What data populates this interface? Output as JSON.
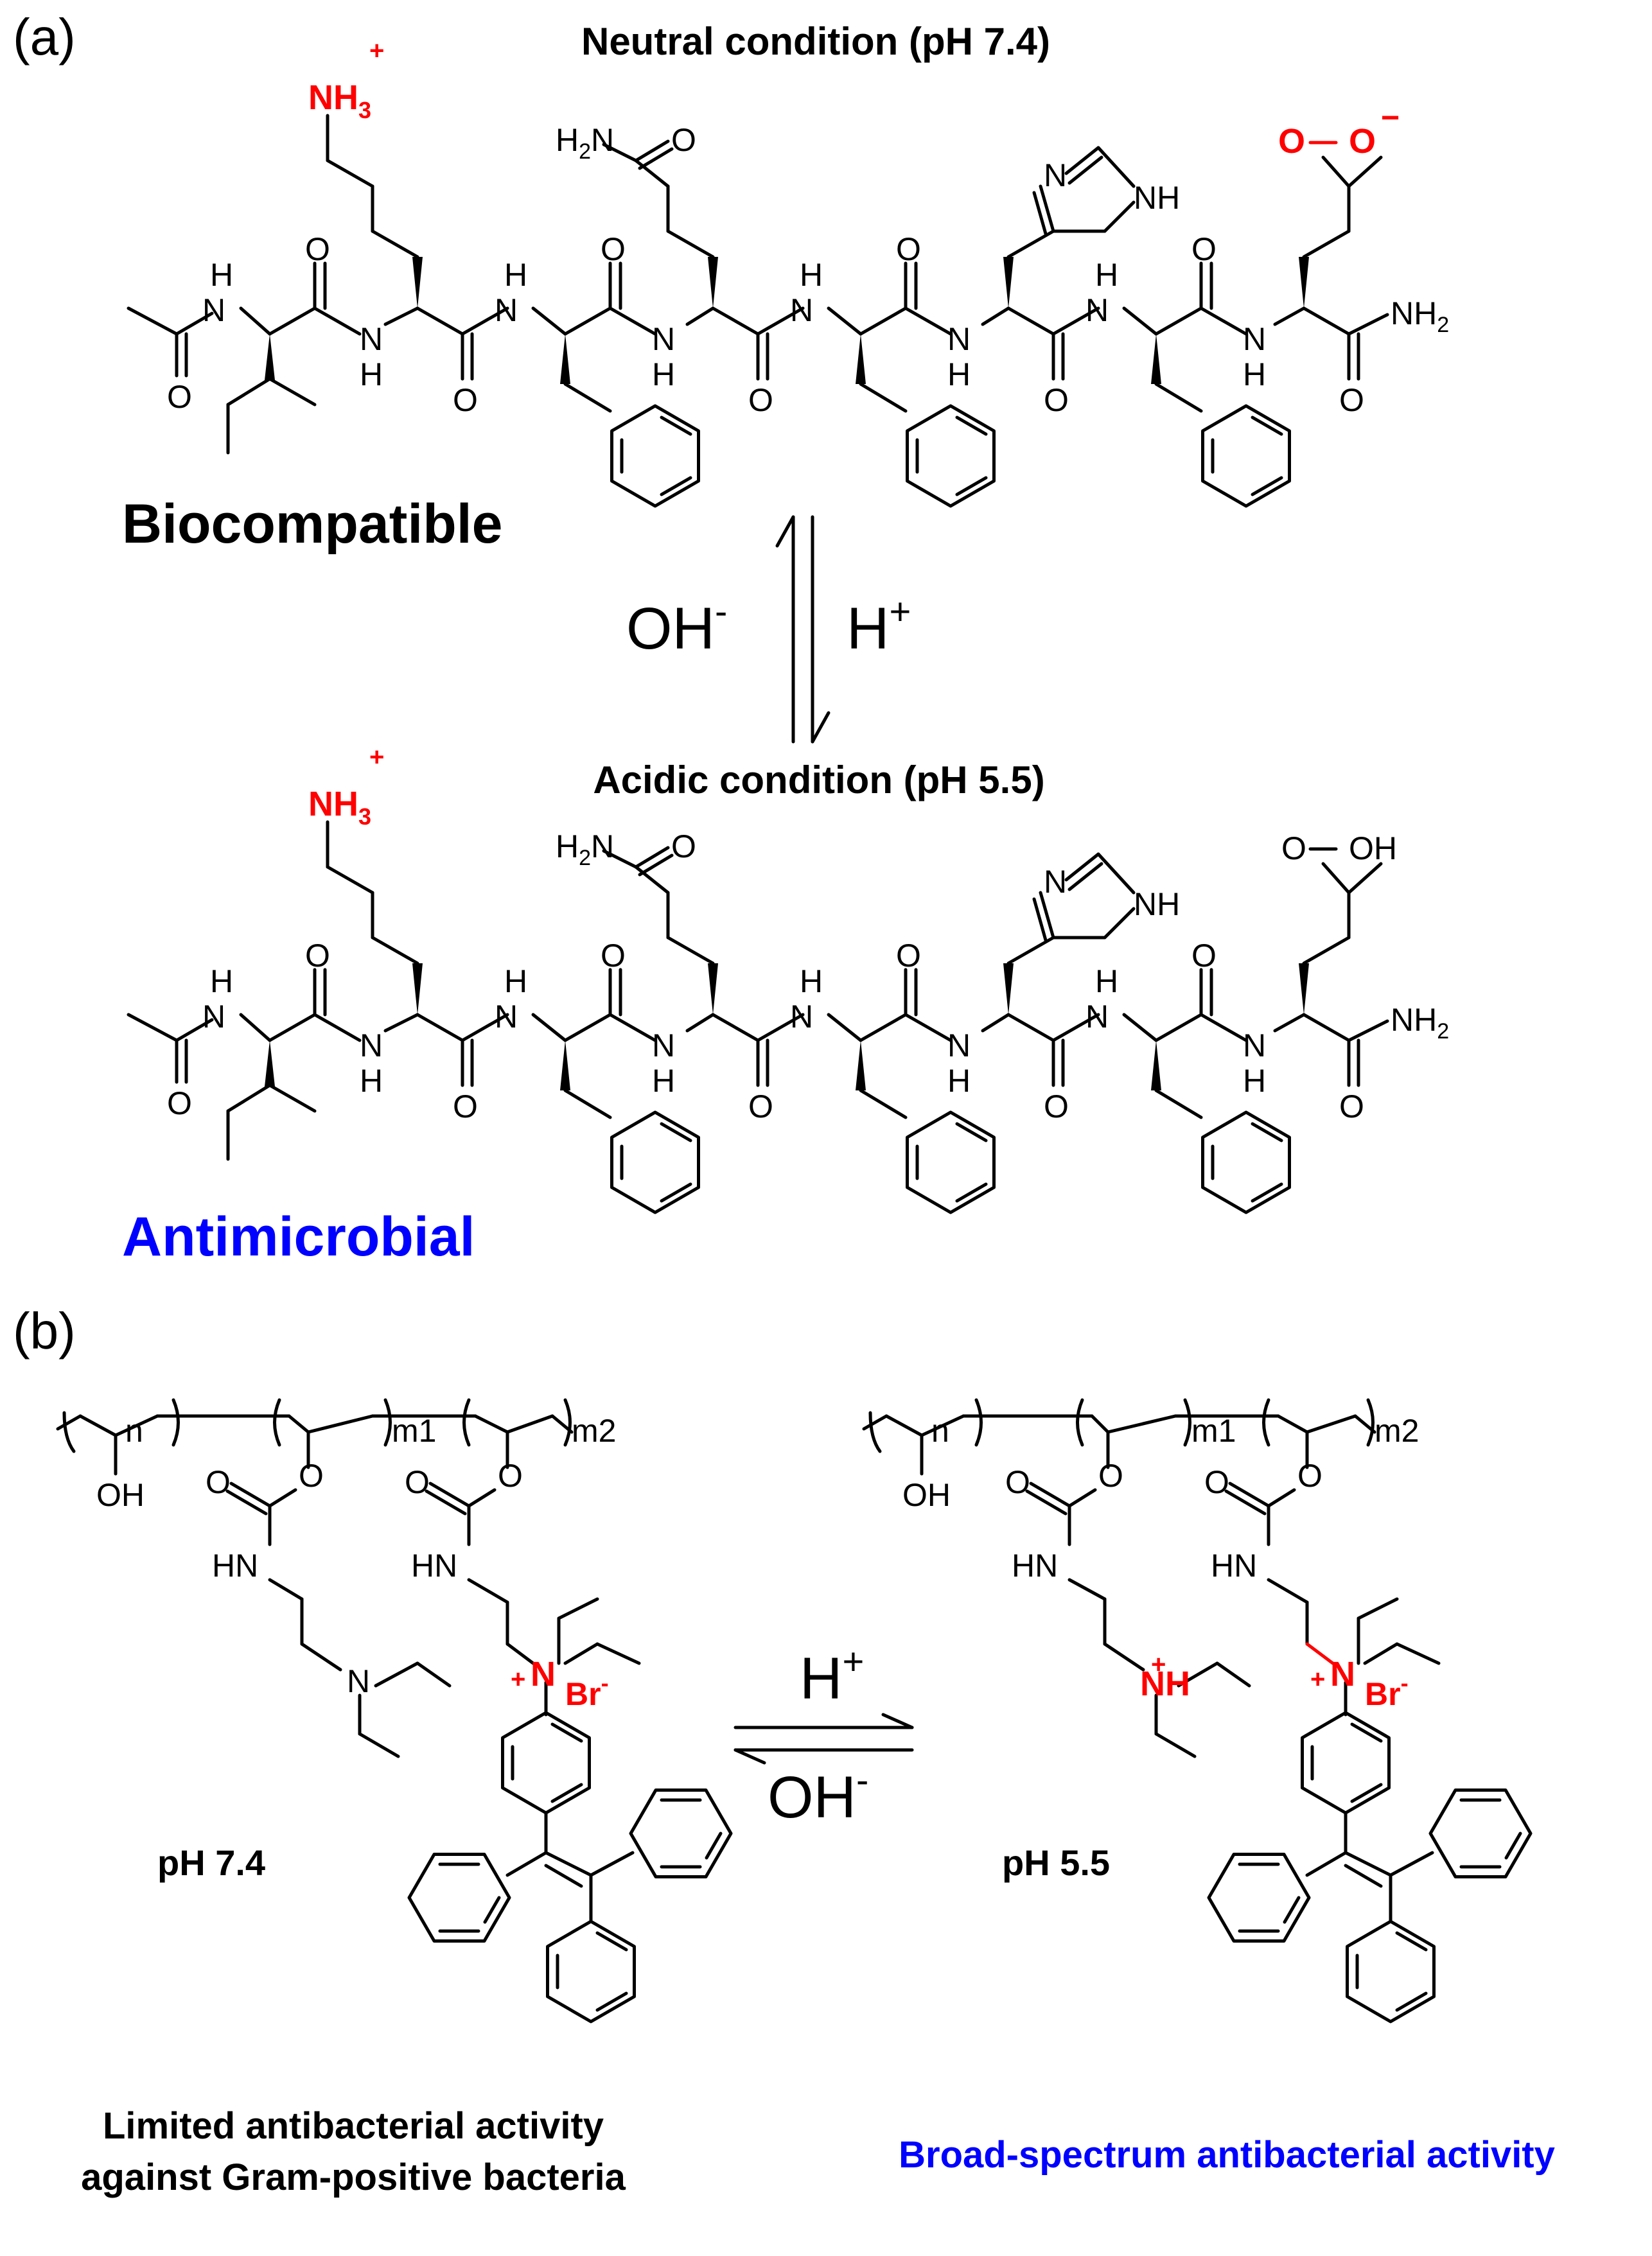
{
  "panel_a": {
    "label": "(a)",
    "neutral_title": "Neutral condition (pH 7.4)",
    "acidic_title": "Acidic condition (pH 5.5)",
    "biocompatible": "Biocompatible",
    "antimicrobial": "Antimicrobial",
    "equilibrium_left": "OH",
    "equilibrium_left_sup": "-",
    "equilibrium_right": "H",
    "equilibrium_right_sup": "+",
    "atoms": {
      "nh3": "NH",
      "nh3_sub": "3",
      "plus": "+",
      "h2n": "H",
      "h2n_sub": "2",
      "n": "N",
      "h": "H",
      "o": "O",
      "nh": "NH",
      "nh2": "NH",
      "nh2_sub": "2",
      "oh": "OH",
      "minus": "−"
    }
  },
  "panel_b": {
    "label": "(b)",
    "left_ph": "pH 7.4",
    "right_ph": "pH 5.5",
    "equilibrium_top": "H",
    "equilibrium_top_sup": "+",
    "equilibrium_bottom": "OH",
    "equilibrium_bottom_sup": "-",
    "left_caption_line1": "Limited antibacterial activity",
    "left_caption_line2": "against Gram-positive bacteria",
    "right_caption": "Broad-spectrum antibacterial activity",
    "subscripts": {
      "n": "n",
      "m1": "m1",
      "m2": "m2"
    },
    "atoms": {
      "oh": "OH",
      "o": "O",
      "hn": "HN",
      "n": "N",
      "nh": "NH",
      "br": "Br",
      "minus": "-",
      "plus": "+"
    }
  },
  "colors": {
    "charged": "#ff0000",
    "antimicrobial_text": "#0000ff",
    "structure": "#000000"
  }
}
